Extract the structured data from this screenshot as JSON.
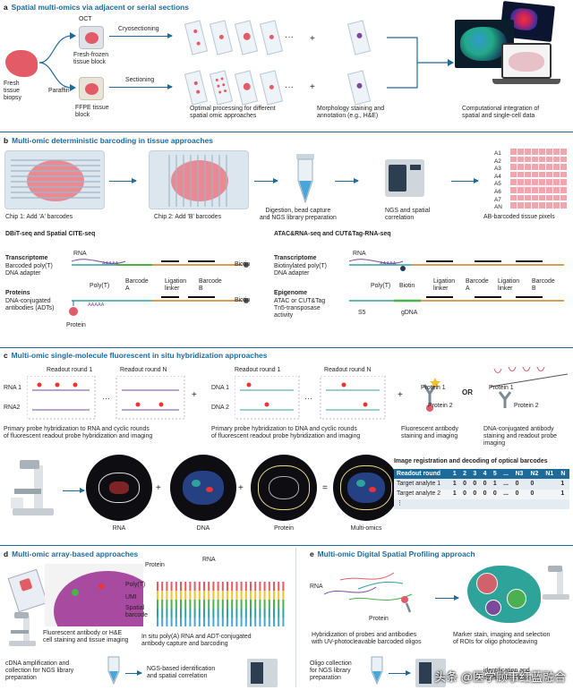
{
  "panels": {
    "a": {
      "letter": "a",
      "title": "Spatial multi-omics via adjacent or serial sections",
      "labels": {
        "oct": "OCT",
        "fresh_tissue_biopsy": "Fresh\ntissue\nbiopsy",
        "fresh_frozen": "Fresh-frozen\ntissue block",
        "paraffin": "Paraffin",
        "ffpe": "FFPE tissue\nblock",
        "cryosectioning": "Cryosectioning",
        "sectioning": "Sectioning",
        "optimal": "Optimal processing for different\nspatial omic approaches",
        "morphology": "Morphology staining and\nannotation (e.g., H&E)",
        "computational": "Computational integration of\nspatial and single-cell data"
      }
    },
    "b": {
      "letter": "b",
      "title": "Multi-omic deterministic barcoding in tissue approaches",
      "labels": {
        "chip1": "Chip 1:  Add 'A' barcodes",
        "chip2": "Chip 2:  Add 'B' barcodes",
        "digestion": "Digestion, bead capture\nand NGS library preparation",
        "ngs": "NGS and spatial\ncorrelation",
        "ab_pixels": "AB-barcoded tissue pixels",
        "rows": [
          "A1",
          "A2",
          "A3",
          "A4",
          "A5",
          "A6",
          "A7",
          "AN"
        ],
        "dbit_title": "DBiT-seq and Spatial CITE-seq",
        "atac_title": "ATAC&RNA-seq and CUT&Tag-RNA-seq",
        "transcriptome": "Transcriptome",
        "barcoded_polyt": "Barcoded poly(T)\nDNA adapter",
        "biotinylated_polyt": "Biotinylated poly(T)\nDNA adapter",
        "proteins": "Proteins",
        "dna_conjugated": "DNA-conjugated\nantibodies (ADTs)",
        "epigenome": "Epigenome",
        "atac_cut": "ATAC or CUT&Tag\nTn5-transposase\nactivity",
        "rna": "RNA",
        "aaaaa": "AAAAA",
        "polyt": "Poly(T)",
        "barcode_a": "Barcode\nA",
        "ligation_linker": "Ligation\nlinker",
        "barcode_b": "Barcode\nB",
        "biotin": "Biotin",
        "protein": "Protein",
        "s5": "S5",
        "gdna": "gDNA"
      }
    },
    "c": {
      "letter": "c",
      "title": "Multi-omic single-molecule fluorescent in situ hybridization approaches",
      "labels": {
        "readout_1": "Readout round 1",
        "readout_n": "Readout round N",
        "rna_1": "RNA 1",
        "rna_2": "RNA2",
        "dna_1": "DNA 1",
        "dna_2": "DNA 2",
        "protein_1": "Protein 1",
        "protein_2": "Protein 2",
        "or": "OR",
        "primary_rna": "Primary probe hybridization to RNA and cyclic rounds\nof fluorescent readout probe hybridization and imaging",
        "primary_dna": "Primary probe hybridization to DNA and cyclic rounds\nof fluorescent readout probe hybridization and imaging",
        "fluor_ab": "Fluorescent antibody\nstaining and imaging",
        "dna_conj_ab": "DNA-conjugated antibody\nstaining and readout probe\nimaging",
        "circle_labels": [
          "RNA",
          "DNA",
          "Protein",
          "Multi-omics"
        ],
        "table_title": "Image registration and decoding of optical barcodes",
        "table_header": [
          "Readout round",
          "1",
          "2",
          "3",
          "4",
          "5",
          "...",
          "N3",
          "N2",
          "N1",
          "N"
        ],
        "table_rows": [
          [
            "Target analyte 1",
            "1",
            "0",
            "0",
            "0",
            "1",
            "...",
            "0",
            "0",
            "1"
          ],
          [
            "Target analyte 2",
            "1",
            "0",
            "0",
            "0",
            "0",
            "...",
            "0",
            "0",
            "1"
          ],
          [
            "⋮",
            "",
            "",
            "",
            "",
            "",
            "",
            "",
            "",
            ""
          ]
        ]
      }
    },
    "d": {
      "letter": "d",
      "title": "Multi-omic array-based approaches",
      "labels": {
        "protein": "Protein",
        "rna": "RNA",
        "polyt": "Poly(T)",
        "umi": "UMI",
        "spatial_barcode": "Spatial\nbarcode",
        "fluor_he": "Fluorescent antibody or H&E\ncell staining and tissue imaging",
        "in_situ": "In situ poly(A) RNA and ADT-conjugated\nantibody capture and barcoding",
        "cdna": "cDNA amplification and\ncollection for NGS library\npreparation",
        "ngs_id": "NGS-based identification\nand spatial correlation"
      }
    },
    "e": {
      "letter": "e",
      "title": "Multi-omic Digital Spatial Profiling approach",
      "labels": {
        "rna": "RNA",
        "protein": "Protein",
        "hybridization": "Hybridization of probes and antibodies\nwith UV-photocleavable barcoded oligos",
        "marker": "Marker stain, imaging and selection\nof ROIs for oligo photocleaving",
        "oligo": "Oligo collection\nfor NGS library\npreparation",
        "identification": "identification and\nspatial correlation"
      }
    }
  },
  "watermark": "头条 @医学顾事红蓝融合",
  "colors": {
    "accent": "#1d6b9a",
    "tissue": "#e35b66",
    "tissue_light": "#f0a6ad",
    "slide": "#eef3f7",
    "dark": "#0e0e12",
    "teal": "#2ea39a",
    "purple": "#7b4a9c",
    "green": "#4caf50",
    "orange": "#f28c28",
    "yellow": "#f2c230"
  }
}
